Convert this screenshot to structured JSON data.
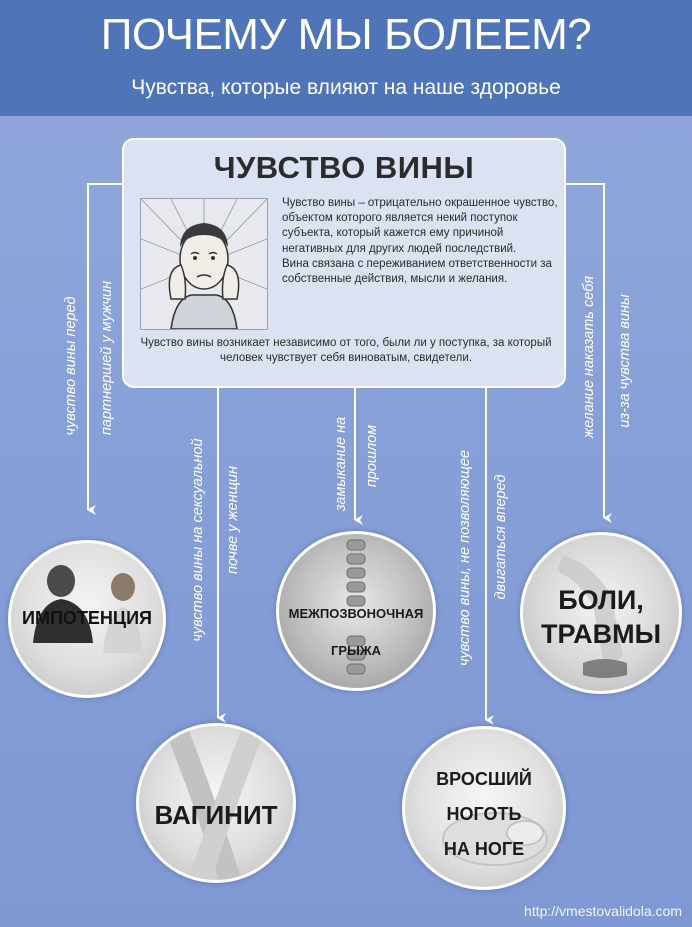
{
  "header": {
    "title": "ПОЧЕМУ МЫ БОЛЕЕМ?",
    "subtitle": "Чувства, которые влияют на наше здоровье"
  },
  "box": {
    "title": "ЧУВСТВО ВИНЫ",
    "definition_1": "Чувство вины – отрицательно окрашенное чувство, объектом которого является некий поступок субъекта, который кажется ему причиной негативных для других людей последствий.",
    "definition_2": "Вина связана с переживанием ответственности за собственные действия, мысли и желания.",
    "note": "Чувство вины возникает независимо от того, были ли у поступка, за который человек чувствует себя виноватым, свидетели."
  },
  "labels": {
    "impotence_1": "чувство вины перед",
    "impotence_2": "партнершей у мужчин",
    "vaginitis_1": "чувство вины на сексуальной",
    "vaginitis_2": "почве у женщин",
    "hernia_1": "замыкание на",
    "hernia_2": "прошлом",
    "toenail_1": "чувство вины, не позволяющее",
    "toenail_2": "двигаться вперед",
    "pain_1": "желание наказать себя",
    "pain_2": "из-за чувства вины"
  },
  "circles": {
    "impotence": "ИМПОТЕНЦИЯ",
    "hernia_1": "МЕЖПОЗВОНОЧНАЯ",
    "hernia_2": "ГРЫЖА",
    "pain_1": "БОЛИ,",
    "pain_2": "ТРАВМЫ",
    "vaginitis": "ВАГИНИТ",
    "toenail_1": "ВРОСШИЙ",
    "toenail_2": "НОГОТЬ",
    "toenail_3": "НА НОГЕ"
  },
  "watermark": "http://vmestovalidola.com",
  "colors": {
    "header": "#4f74b8",
    "background": "#88a0d8",
    "box": "#dbe3f3",
    "connector": "#ffffff"
  },
  "icons": {
    "portrait": "distressed-man-illustration",
    "arrow": "arrow-down-icon"
  }
}
